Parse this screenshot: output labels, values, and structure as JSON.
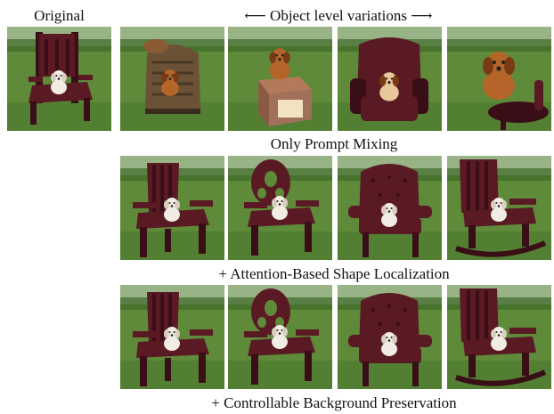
{
  "labels": {
    "original": "Original",
    "object_level": "⟵ Object level variations ⟶",
    "prompt_mixing": "Only Prompt Mixing",
    "attention_shape": "+ Attention-Based Shape Localization",
    "background_preservation": "+ Controllable Background Preservation"
  },
  "colors": {
    "grass": "#5e8a3a",
    "grass_dark": "#3f6a28",
    "chair": "#5a1a24",
    "chair_shadow": "#3a0e16",
    "dog_white": "#f2ede4",
    "dog_brown": "#b5652a",
    "sky": "#c9d6c4"
  },
  "rows": [
    {
      "name": "object-level-row",
      "tiles": [
        {
          "name": "original-image",
          "chair": "tall-throne",
          "dog": "white"
        },
        {
          "name": "wicker-chair-variation",
          "chair": "wicker",
          "dog": "beagle"
        },
        {
          "name": "box-stool-variation",
          "chair": "box",
          "dog": "brown"
        },
        {
          "name": "armchair-variation",
          "chair": "armchair",
          "dog": "golden"
        },
        {
          "name": "big-dog-variation",
          "chair": "tilted",
          "dog": "big-brown"
        }
      ]
    },
    {
      "name": "prompt-mixing-row",
      "tiles": [
        {
          "name": "prompt-mixing-slatted-chair",
          "chair": "slatted",
          "dog": "white"
        },
        {
          "name": "prompt-mixing-oval-back-chair",
          "chair": "oval-back",
          "dog": "white"
        },
        {
          "name": "prompt-mixing-tufted-chair",
          "chair": "tufted",
          "dog": "white"
        },
        {
          "name": "prompt-mixing-rocking-chair",
          "chair": "rocking",
          "dog": "white"
        }
      ]
    },
    {
      "name": "attention-shape-row",
      "tiles": [
        {
          "name": "attention-slatted-chair",
          "chair": "slatted",
          "dog": "white"
        },
        {
          "name": "attention-oval-back-chair",
          "chair": "oval-back",
          "dog": "white"
        },
        {
          "name": "attention-tufted-chair",
          "chair": "tufted",
          "dog": "white"
        },
        {
          "name": "attention-rocking-chair",
          "chair": "rocking",
          "dog": "white"
        }
      ]
    }
  ]
}
